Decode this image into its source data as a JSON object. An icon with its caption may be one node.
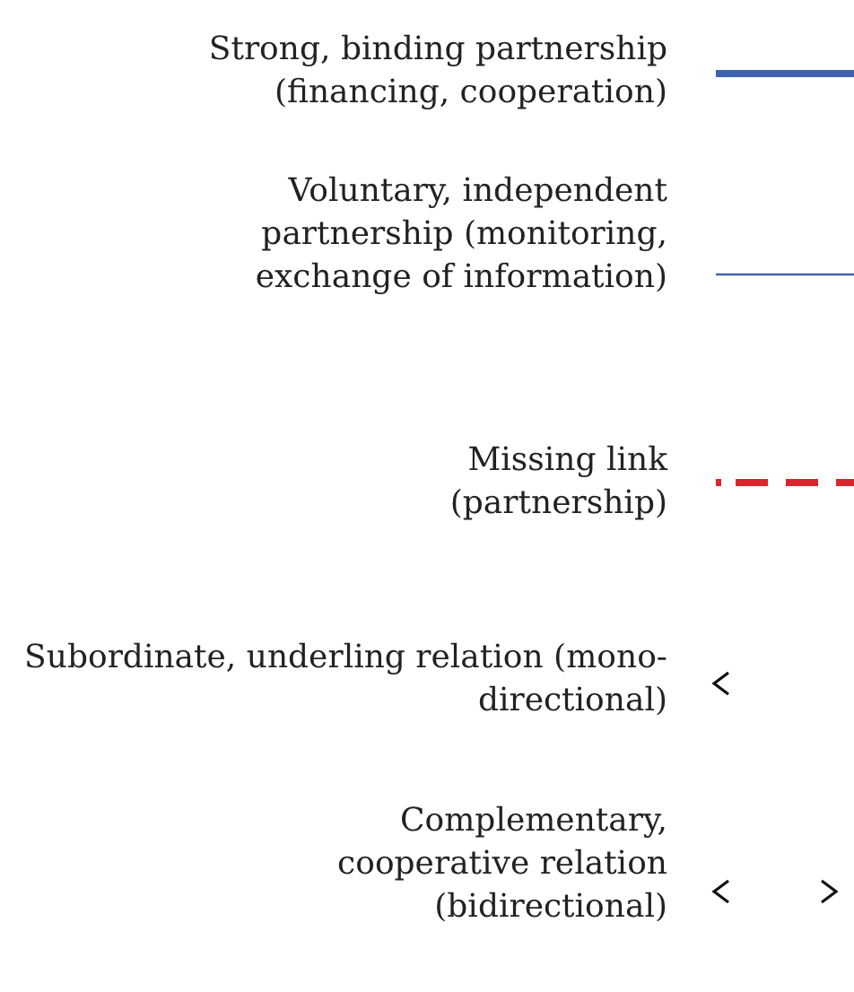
{
  "diagram": {
    "legend": [
      {
        "text": "Strong, binding partnership (financing, cooperation)"
      },
      {
        "text": "Voluntary, independent partnership (monitoring, exchange of information)"
      },
      {
        "text": "Missing link (partnership)"
      },
      {
        "text": "Subordinate, underling relation (mono-directional)"
      },
      {
        "text": "Complementary, cooperative relation (bidirectional)"
      }
    ]
  }
}
